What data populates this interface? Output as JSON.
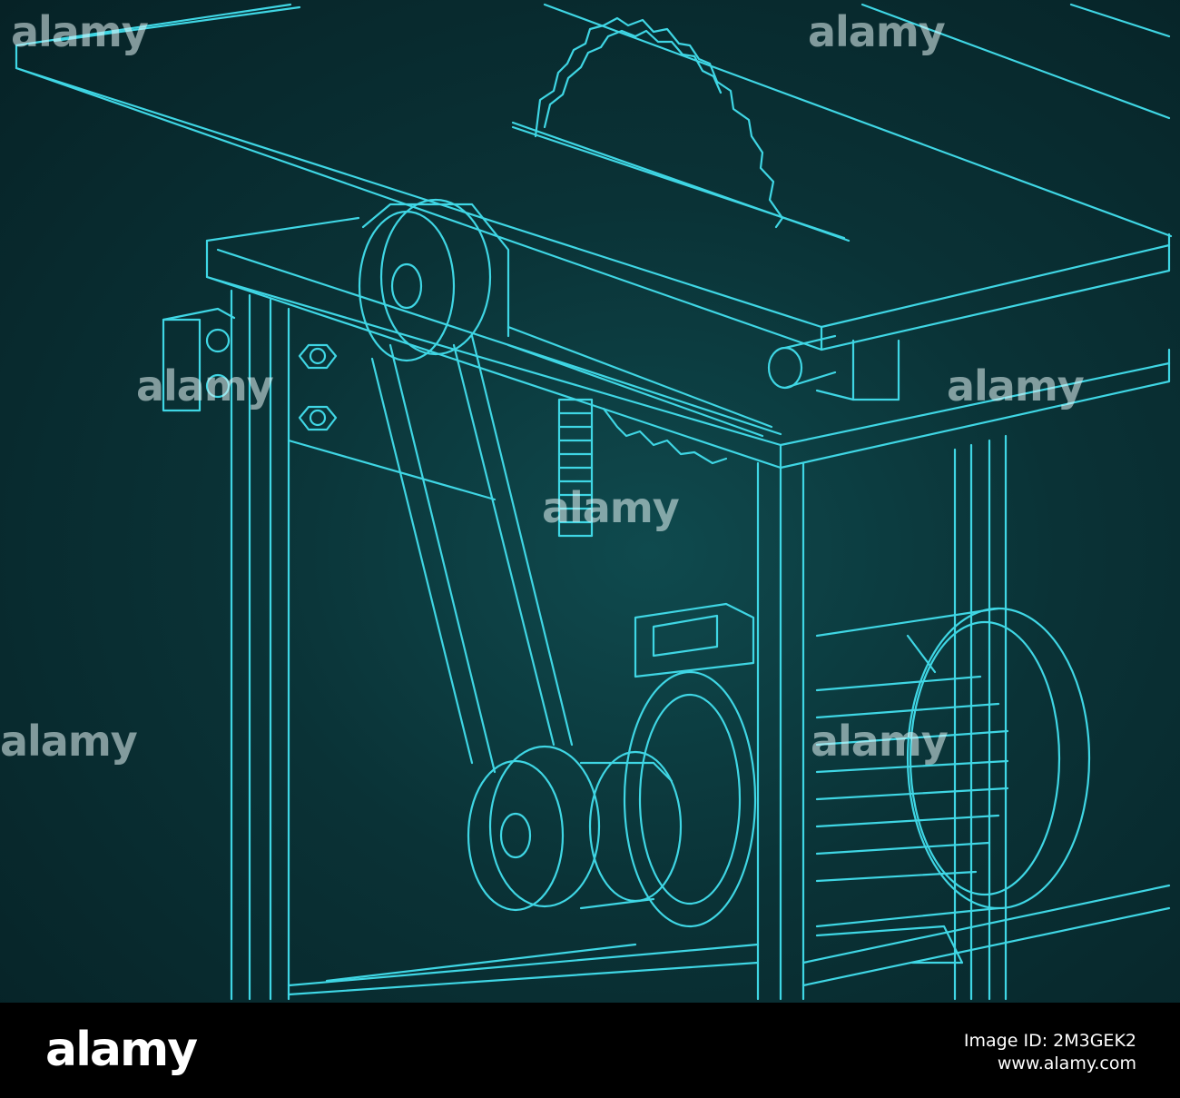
{
  "image": {
    "subject": "isometric blueprint line drawing",
    "line_color": "#3fd6e4",
    "background_color": "#0a3236"
  },
  "watermark": {
    "text": "alamy",
    "icon": "a-logo-icon"
  },
  "footer": {
    "logo_text": "alamy",
    "image_id": "Image ID: 2M3GEK2",
    "url": "www.alamy.com"
  }
}
